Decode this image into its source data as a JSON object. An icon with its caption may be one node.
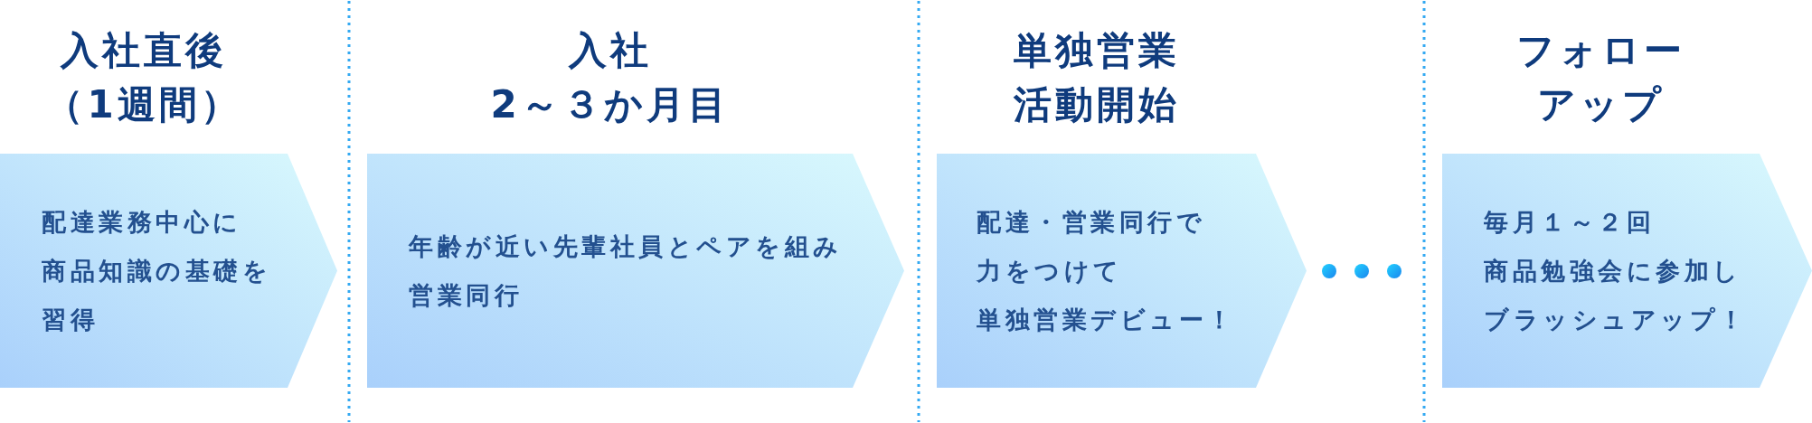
{
  "diagram": {
    "nodes": [
      {
        "text": [
          "入社直後（1週間）",
          "配達業務中心に商品知識の基礎を習得"
        ]
      },
      {
        "text": [
          "入社2～３か月目",
          "年齢が近い先輩社員とペアを組み営業同行"
        ]
      },
      {
        "text": [
          "単独営業活動開始",
          "配達・営業同行で力をつけて単独営業デビュー！"
        ]
      },
      {
        "text": [
          "フォローアップ",
          "毎月１～２回商品勉強会に参加しブラッシュアップ！"
        ]
      }
    ]
  }
}
